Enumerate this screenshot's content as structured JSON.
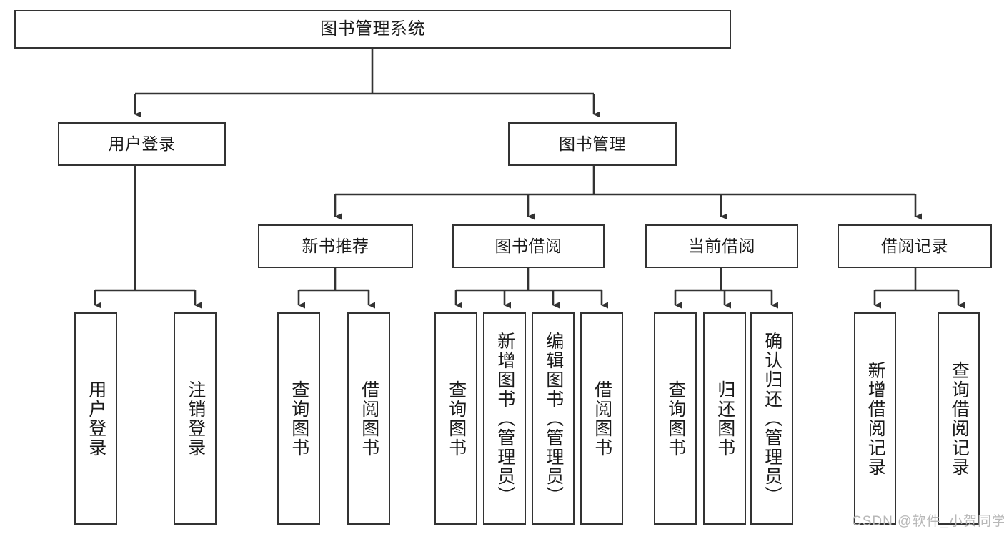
{
  "diagram": {
    "title": "图书管理系统",
    "type": "tree-hierarchy",
    "watermark": "CSDN @软件_小贺同学",
    "colors": {
      "box_border": "#333333",
      "box_fill": "#ffffff",
      "connector": "#333333",
      "text": "#1a1a1a",
      "watermark": "#b8b8b8",
      "background": "#ffffff"
    }
  },
  "nodes": {
    "root": {
      "label": "图书管理系统"
    },
    "level1": [
      {
        "label": "用户登录"
      },
      {
        "label": "图书管理"
      }
    ],
    "level2": [
      {
        "label": "新书推荐"
      },
      {
        "label": "图书借阅"
      },
      {
        "label": "当前借阅"
      },
      {
        "label": "借阅记录"
      }
    ],
    "login_leaves": [
      {
        "label": "用户登录"
      },
      {
        "label": "注销登录"
      }
    ],
    "newbook_leaves": [
      {
        "label": "查询图书"
      },
      {
        "label": "借阅图书"
      }
    ],
    "borrow_leaves": [
      {
        "label": "查询图书"
      },
      {
        "label": "新增图书（管理员）"
      },
      {
        "label": "编辑图书（管理员）"
      },
      {
        "label": "借阅图书"
      }
    ],
    "current_leaves": [
      {
        "label": "查询图书"
      },
      {
        "label": "归还图书"
      },
      {
        "label": "确认归还（管理员）"
      }
    ],
    "record_leaves": [
      {
        "label": "新增借阅记录"
      },
      {
        "label": "查询借阅记录"
      }
    ]
  }
}
